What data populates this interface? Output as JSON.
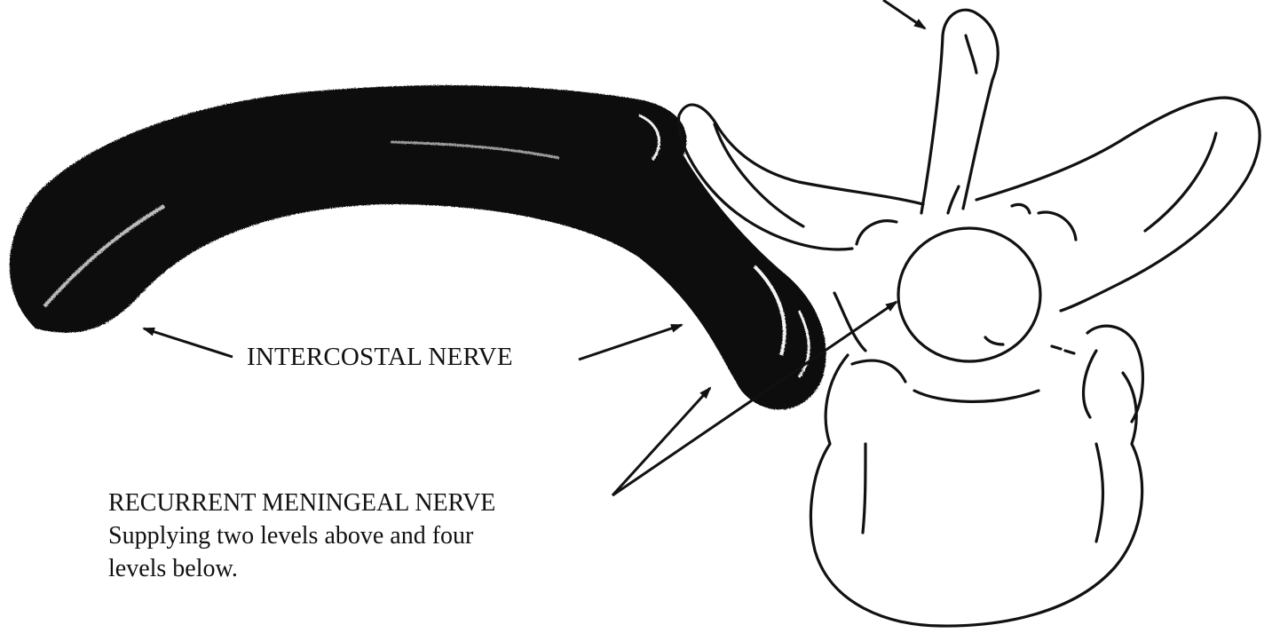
{
  "labels": {
    "intercostal_nerve": "INTERCOSTAL NERVE",
    "recurrent_meningeal_nerve": "RECURRENT MENINGEAL NERVE",
    "recurrent_meningeal_desc_line1": "Supplying two levels above and four",
    "recurrent_meningeal_desc_line2": "levels below."
  },
  "colors": {
    "ink": "#111111",
    "background": "#ffffff"
  }
}
